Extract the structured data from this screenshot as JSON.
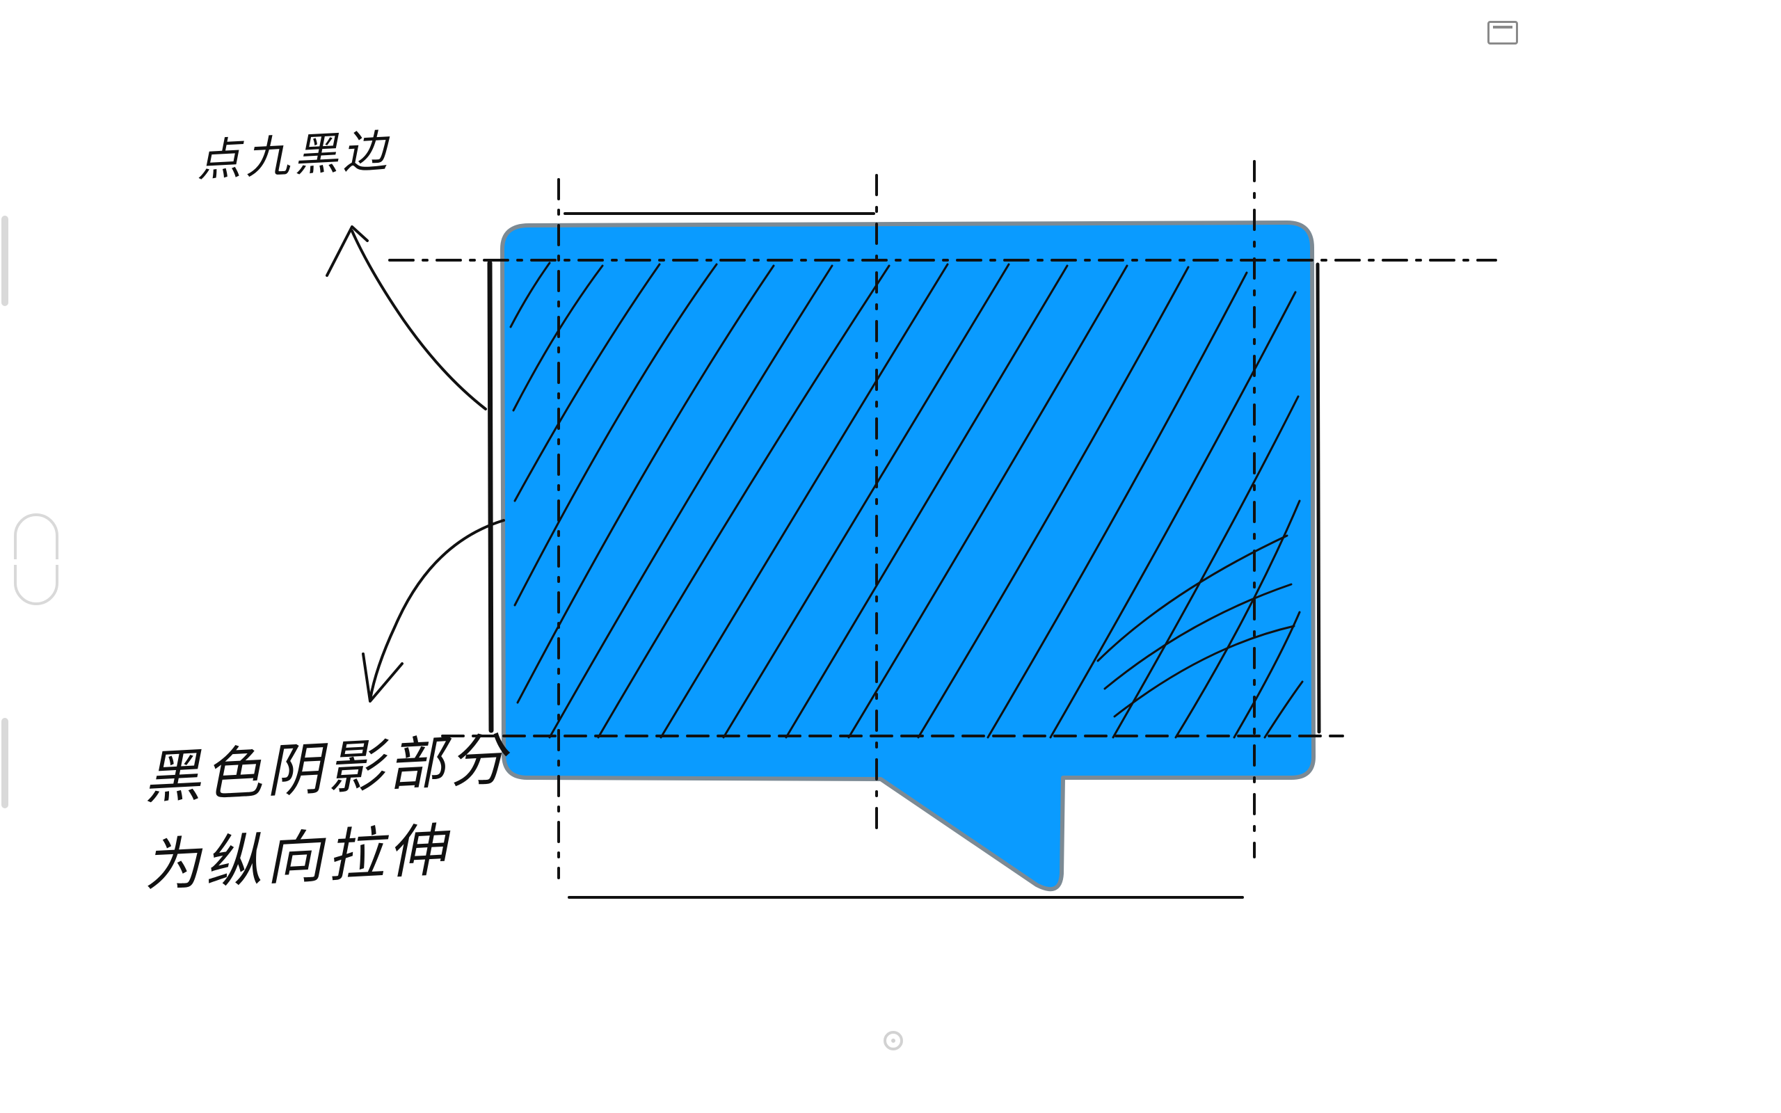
{
  "annotations": {
    "top_note": "点九黑边",
    "bottom_note_line1": "黑色阴影部分",
    "bottom_note_line2": "为纵向拉伸"
  },
  "colors": {
    "bubble_fill": "#0A9BFF",
    "bubble_edge": "#7C8A94",
    "ink": "#111111",
    "ui_gray": "#D9D9D9"
  },
  "icons": {
    "window_button": "window-restore-icon",
    "bottom_indicator": "home-indicator-icon"
  }
}
